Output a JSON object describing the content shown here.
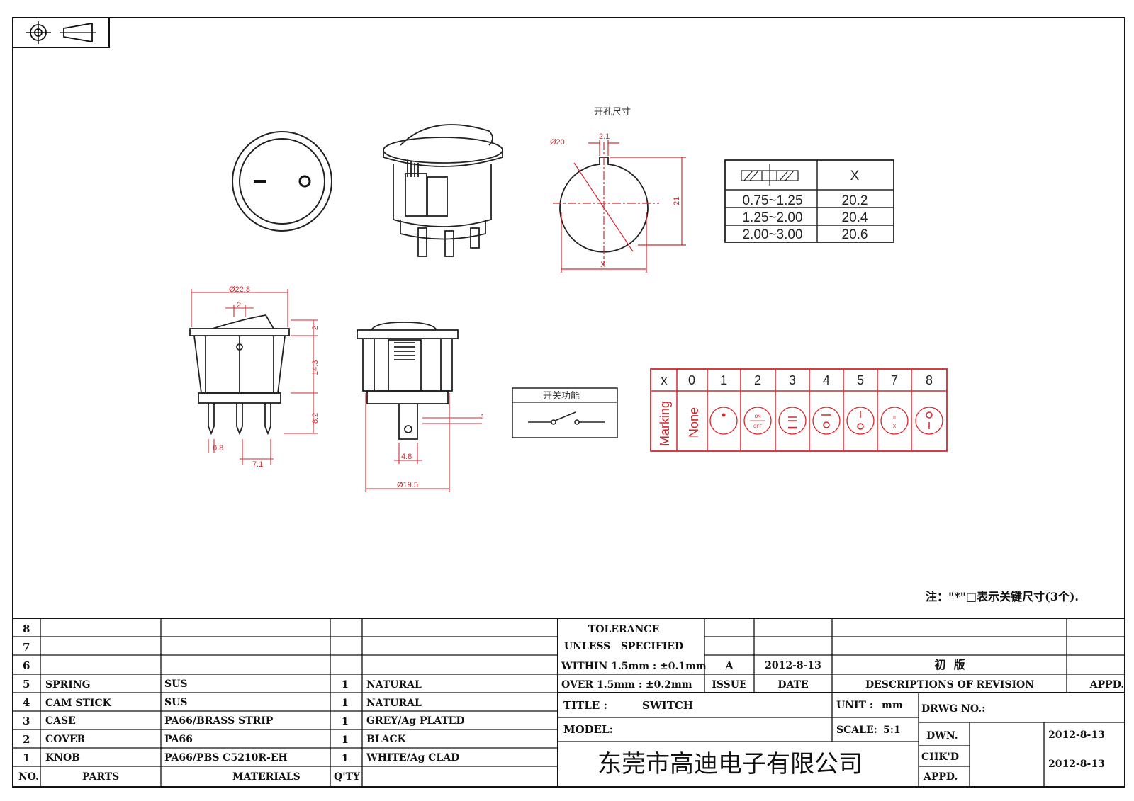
{
  "drawing": {
    "cutout_title": "开孔尺寸",
    "switch_function_label": "开关功能",
    "note": "注：\"*\"□表示关键尺寸(3个).",
    "company": "东莞市高迪电子有限公司",
    "dims": {
      "d20": "Ø20",
      "w21": "2.1",
      "h21": "21",
      "x": "X",
      "d228": "Ø22.8",
      "two_a": "2",
      "two_b": "2",
      "h143": "14.3",
      "h82": "8.2",
      "pin08": "0.8",
      "pitch71": "7.1",
      "one": "1",
      "w48": "4.8",
      "d195": "Ø19.5"
    }
  },
  "panel_table": {
    "header": "X",
    "rows": [
      {
        "thickness": "0.75~1.25",
        "x": "20.2"
      },
      {
        "thickness": "1.25~2.00",
        "x": "20.4"
      },
      {
        "thickness": "2.00~3.00",
        "x": "20.6"
      }
    ]
  },
  "marking_table": {
    "header_label": "x",
    "row_label": "Marking",
    "cols": [
      "0",
      "1",
      "2",
      "3",
      "4",
      "5",
      "7",
      "8"
    ],
    "none_label": "None",
    "on_label": "ON",
    "off_label": "OFF"
  },
  "bom": {
    "rows": [
      {
        "no": "8",
        "part": "",
        "material": "",
        "qty": "",
        "finish": ""
      },
      {
        "no": "7",
        "part": "",
        "material": "",
        "qty": "",
        "finish": ""
      },
      {
        "no": "6",
        "part": "",
        "material": "",
        "qty": "",
        "finish": ""
      },
      {
        "no": "5",
        "part": "SPRING",
        "material": "SUS",
        "qty": "1",
        "finish": "NATURAL"
      },
      {
        "no": "4",
        "part": "CAM STICK",
        "material": "SUS",
        "qty": "1",
        "finish": "NATURAL"
      },
      {
        "no": "3",
        "part": "CASE",
        "material": "PA66/BRASS STRIP",
        "qty": "1",
        "finish": "GREY/Ag PLATED"
      },
      {
        "no": "2",
        "part": "COVER",
        "material": "PA66",
        "qty": "1",
        "finish": "BLACK"
      },
      {
        "no": "1",
        "part": "KNOB",
        "material": "PA66/PBS C5210R-EH",
        "qty": "1",
        "finish": "WHITE/Ag CLAD"
      }
    ],
    "header": {
      "no": "NO.",
      "parts": "PARTS",
      "materials": "MATERIALS",
      "qty": "Q'TY"
    }
  },
  "title_block": {
    "tolerance_1": "TOLERANCE",
    "tolerance_2": "UNLESS   SPECIFIED",
    "within": "WITHIN 1.5mm : ±0.1mm",
    "over": "OVER 1.5mm : ±0.2mm",
    "issue_val": "A",
    "date_val": "2012-8-13",
    "revision_desc": "初  版",
    "issue_label": "ISSUE",
    "date_label": "DATE",
    "desc_label": "DESCRIPTIONS OF REVISION",
    "appd_label": "APPD.",
    "title_label": "TITLE :",
    "title_val": "SWITCH",
    "unit_label": "UNIT :",
    "unit_val": "mm",
    "drwg_label": "DRWG NO.:",
    "model_label": "MODEL:",
    "scale_label": "SCALE:",
    "scale_val": "5:1",
    "dwn_label": "DWN.",
    "dwn_date": "2012-8-13",
    "chkd_label": "CHK'D",
    "chkd_date": "2012-8-13",
    "appd2_label": "APPD."
  },
  "colors": {
    "dimension": "#d9262c",
    "line": "#111111"
  }
}
